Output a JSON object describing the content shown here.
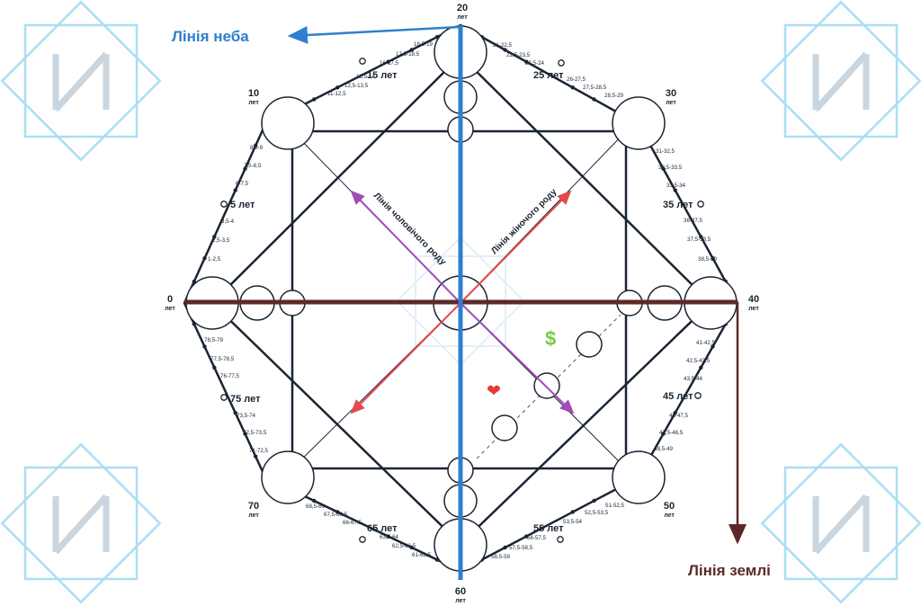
{
  "colors": {
    "sky_line": "#2f7fce",
    "earth_line": "#5b2a28",
    "male_line": "#a04bb8",
    "female_line": "#e5484d",
    "frame": "#1a2433",
    "watermark": "#8fd3f0",
    "dollar": "#7ac943",
    "heart": "#e53935"
  },
  "lines": {
    "sky": "Лінія неба",
    "earth": "Лінія землі",
    "male": "Лінія чоловічого роду",
    "female": "Лінія жіночого роду"
  },
  "symbols": {
    "money": "$",
    "love": "❤"
  },
  "years_unit": "лет",
  "ages": {
    "a0": "0",
    "a10": "10",
    "a20": "20",
    "a30": "30",
    "a40": "40",
    "a50": "50",
    "a60": "60",
    "a70": "70"
  },
  "milestones": {
    "m5": "5 лет",
    "m15": "15 лет",
    "m25": "25 лет",
    "m35": "35 лет",
    "m45": "45 лет",
    "m55": "55 лет",
    "m65": "65 лет",
    "m75": "75 лет"
  },
  "ranges": {
    "s0_5": [
      "1-2,5",
      "2,5-3,5",
      "3,5-4"
    ],
    "s5_10": [
      "6-7,5",
      "7,5-8,5",
      "8,5-9"
    ],
    "s10_15": [
      "11-12,5",
      "12,5-13,5",
      "13,5-14"
    ],
    "s15_20": [
      "16-17,5",
      "17,5-18,5",
      "18,5-19"
    ],
    "s20_25": [
      "21-22,5",
      "22,5-23,5",
      "23,5-24"
    ],
    "s25_30": [
      "26-27,5",
      "27,5-28,5",
      "28,5-29"
    ],
    "s30_35": [
      "31-32,5",
      "32,5-33,5",
      "33,5-34"
    ],
    "s35_40": [
      "36-37,5",
      "37,5-38,5",
      "38,5-39"
    ],
    "s40_45": [
      "41-42,5",
      "42,5-43,5",
      "43,5-44"
    ],
    "s45_50": [
      "46-47,5",
      "47,5-48,5",
      "48,5-49"
    ],
    "s50_55": [
      "51-52,5",
      "52,5-53,5",
      "53,5-54"
    ],
    "s55_60": [
      "56-57,5",
      "57,5-58,5",
      "58,5-59"
    ],
    "s60_65": [
      "61-62,5",
      "62,5-63,5",
      "63,5-64"
    ],
    "s65_70": [
      "66-67,5",
      "67,5-68,5",
      "68,5-69"
    ],
    "s70_75": [
      "71-72,5",
      "72,5-73,5",
      "73,5-74"
    ],
    "s75_80": [
      "76-77,5",
      "77,5-78,5",
      "78,5-79"
    ]
  }
}
